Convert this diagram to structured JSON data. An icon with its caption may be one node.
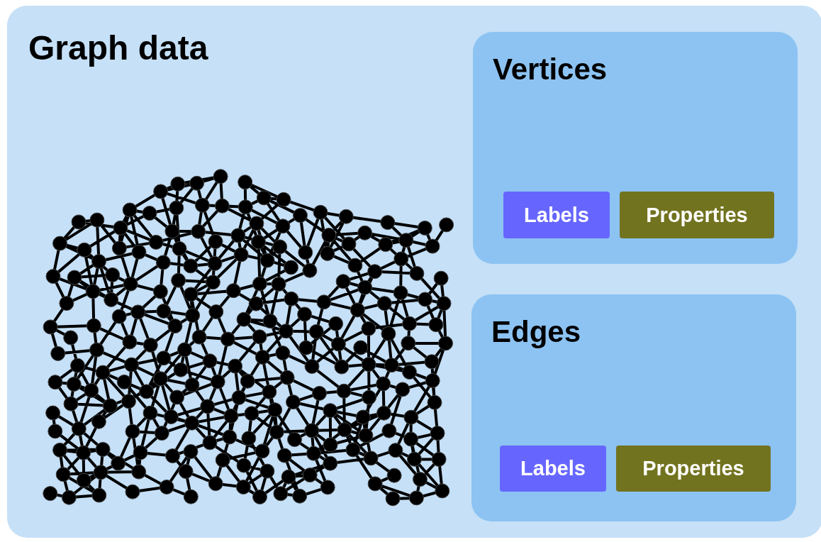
{
  "diagram": {
    "nodes": [
      {
        "text": [
          "Graph data"
        ]
      },
      {
        "text": [
          "Vertices"
        ],
        "in": 0
      },
      {
        "text": [
          "Labels"
        ],
        "in": 1
      },
      {
        "text": [
          "Properties"
        ],
        "in": 1
      },
      {
        "text": [
          "Edges"
        ],
        "in": 0
      },
      {
        "text": [
          "Labels"
        ],
        "in": 4
      },
      {
        "text": [
          "Properties"
        ],
        "in": 4
      }
    ]
  }
}
